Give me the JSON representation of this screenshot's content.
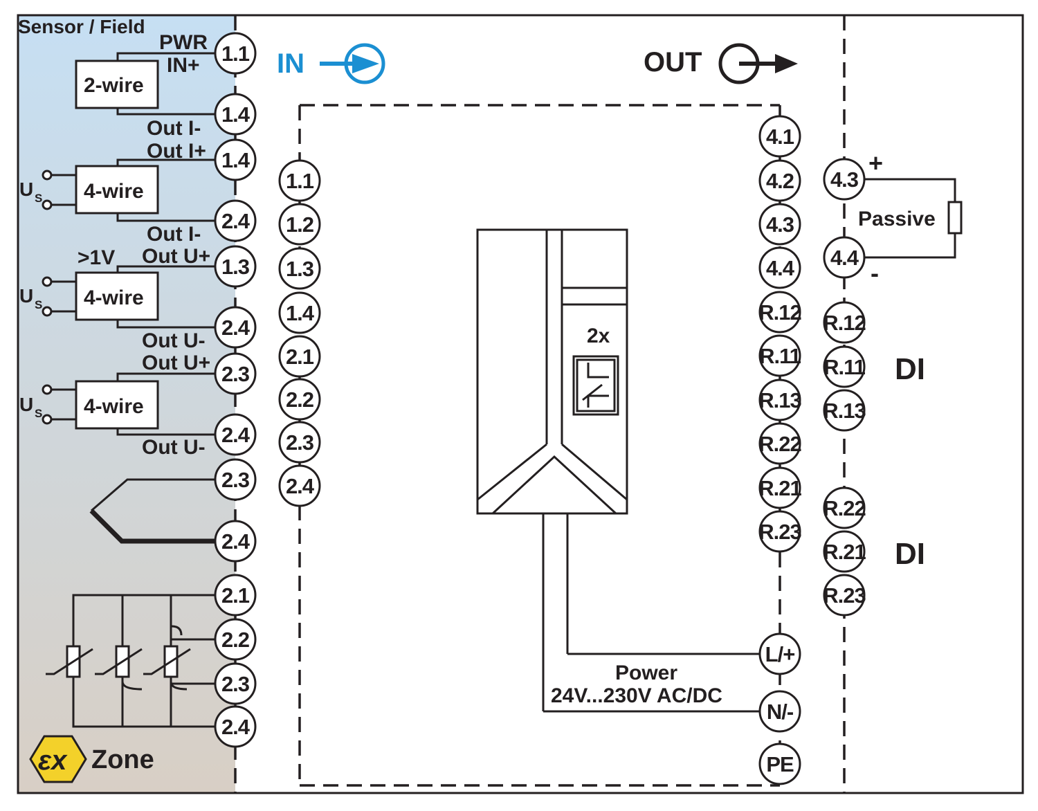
{
  "header": {
    "sensor_field": "Sensor / Field",
    "in": "IN",
    "out": "OUT"
  },
  "field_side": {
    "pwr": "PWR",
    "in_plus": "IN+",
    "two_wire": "2-wire",
    "four_wire": "4-wire",
    "out_i_minus": "Out I-",
    "out_i_plus": "Out I+",
    "out_u_plus": "Out U+",
    "out_u_minus": "Out U-",
    "gt_1v": ">1V",
    "us_main": "U",
    "us_sub": "S",
    "zone": "Zone",
    "ex_symbol": "εx",
    "terminals": [
      "1.1",
      "1.4",
      "1.4",
      "2.4",
      "1.3",
      "2.4",
      "2.3",
      "2.4",
      "2.3",
      "2.4",
      "2.1",
      "2.2",
      "2.3",
      "2.4"
    ]
  },
  "module": {
    "inputs": [
      "1.1",
      "1.2",
      "1.3",
      "1.4",
      "2.1",
      "2.2",
      "2.3",
      "2.4"
    ],
    "outputs": [
      "4.1",
      "4.2",
      "4.3",
      "4.4",
      "R.12",
      "R.11",
      "R.13",
      "R.22",
      "R.21",
      "R.23"
    ],
    "power_terminals": [
      "L/+",
      "N/-",
      "PE"
    ],
    "relay_count": "2x",
    "power_title": "Power",
    "power_range": "24V...230V AC/DC"
  },
  "output_side": {
    "analog_terminals": [
      "4.3",
      "4.4"
    ],
    "plus": "+",
    "minus": "-",
    "passive": "Passive",
    "relay1_terminals": [
      "R.12",
      "R.11",
      "R.13"
    ],
    "relay2_terminals": [
      "R.22",
      "R.21",
      "R.23"
    ],
    "di_1": "DI",
    "di_2": "DI"
  },
  "colors": {
    "accent_blue": "#1b8fd2",
    "ink": "#231f20",
    "ex_yellow": "#f3d12a",
    "field_gradient_top": "#c6dff3",
    "field_gradient_bottom": "#d8cfc5"
  }
}
